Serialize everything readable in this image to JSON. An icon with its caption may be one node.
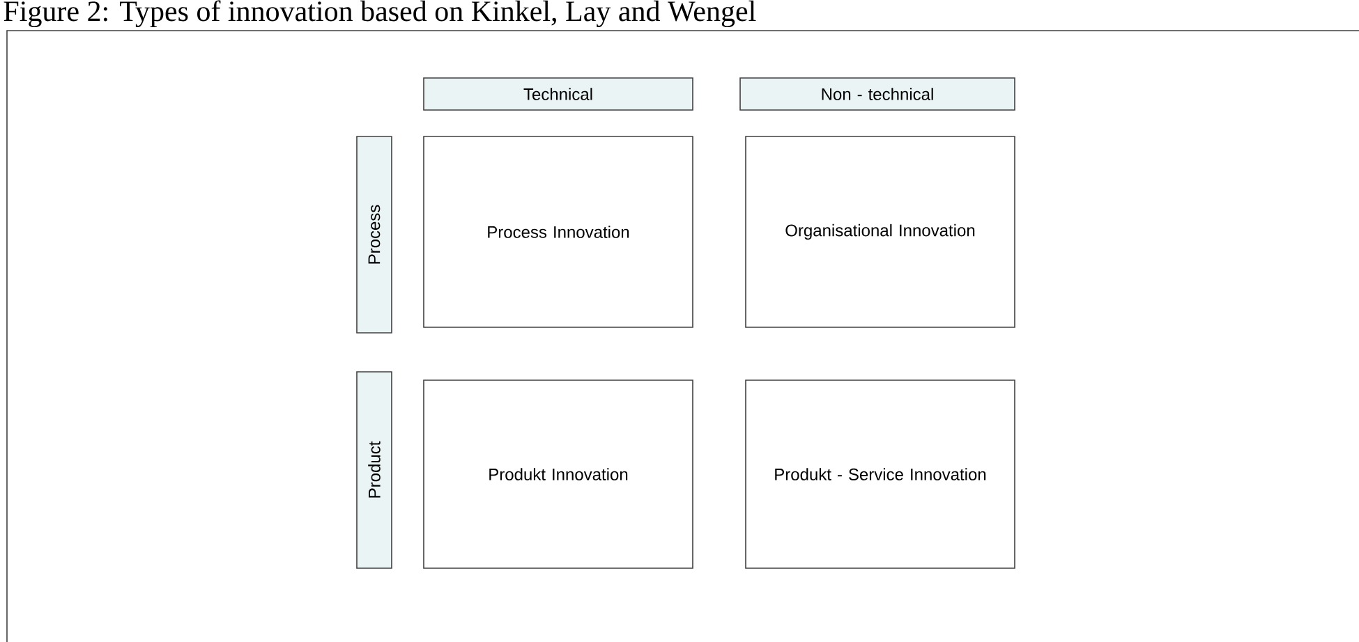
{
  "diagram": {
    "title": "Figure 2: Types of innovation based on Kinkel, Lay and Wengel",
    "nodes": [
      {
        "text": [
          "Technical"
        ]
      },
      {
        "text": [
          "Non - technical"
        ]
      },
      {
        "text": [
          "Process"
        ]
      },
      {
        "text": [
          "Process Innovation"
        ]
      },
      {
        "text": [
          "Organisational Innovation"
        ]
      },
      {
        "text": [
          "Product"
        ]
      },
      {
        "text": [
          "Produkt Innovation"
        ]
      },
      {
        "text": [
          "Produkt - Service Innovation"
        ]
      }
    ]
  }
}
